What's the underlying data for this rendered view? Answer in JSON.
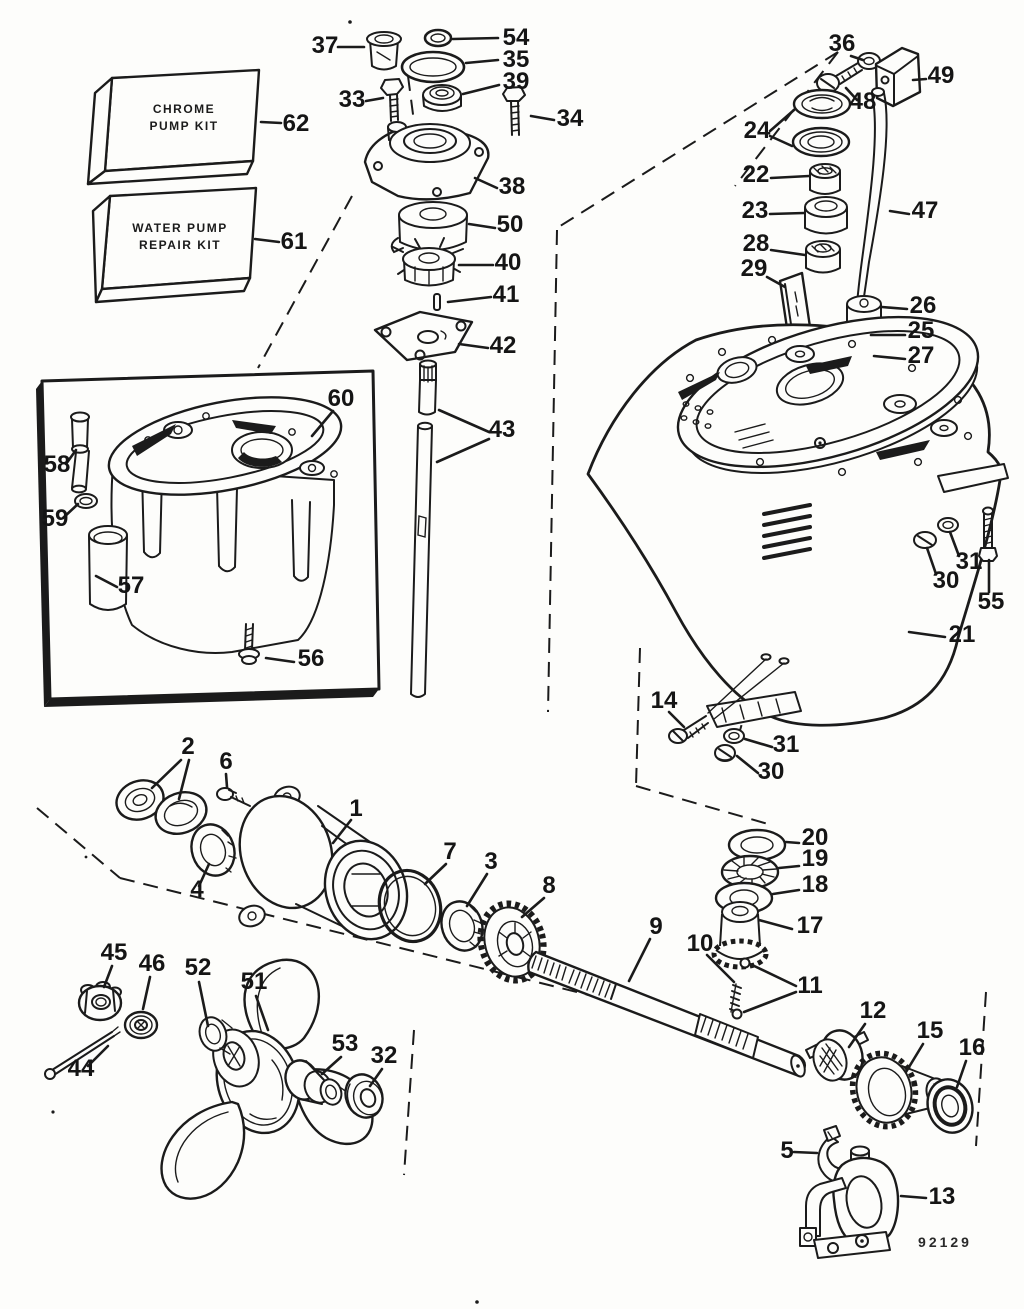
{
  "figure_number": "92129",
  "kits": {
    "chrome": {
      "line1": "CHROME",
      "line2": "PUMP KIT"
    },
    "water": {
      "line1": "WATER PUMP",
      "line2": "REPAIR KIT"
    }
  },
  "callouts": {
    "c1": "1",
    "c2": "2",
    "c3": "3",
    "c4": "4",
    "c5": "5",
    "c6": "6",
    "c7": "7",
    "c8": "8",
    "c9": "9",
    "c10": "10",
    "c11": "11",
    "c12": "12",
    "c13": "13",
    "c14": "14",
    "c15": "15",
    "c16": "16",
    "c17": "17",
    "c18": "18",
    "c19": "19",
    "c20": "20",
    "c21": "21",
    "c22": "22",
    "c23": "23",
    "c24": "24",
    "c25": "25",
    "c26": "26",
    "c27": "27",
    "c28": "28",
    "c29": "29",
    "c30": "30",
    "c30b": "30",
    "c31": "31",
    "c31b": "31",
    "c32": "32",
    "c33": "33",
    "c34": "34",
    "c35": "35",
    "c36": "36",
    "c37": "37",
    "c38": "38",
    "c39": "39",
    "c40": "40",
    "c41": "41",
    "c42": "42",
    "c43": "43",
    "c44": "44",
    "c45": "45",
    "c46": "46",
    "c47": "47",
    "c48": "48",
    "c49": "49",
    "c50": "50",
    "c51": "51",
    "c52": "52",
    "c53": "53",
    "c54": "54",
    "c55": "55",
    "c56": "56",
    "c57": "57",
    "c58": "58",
    "c59": "59",
    "c60": "60",
    "c61": "61",
    "c62": "62"
  }
}
